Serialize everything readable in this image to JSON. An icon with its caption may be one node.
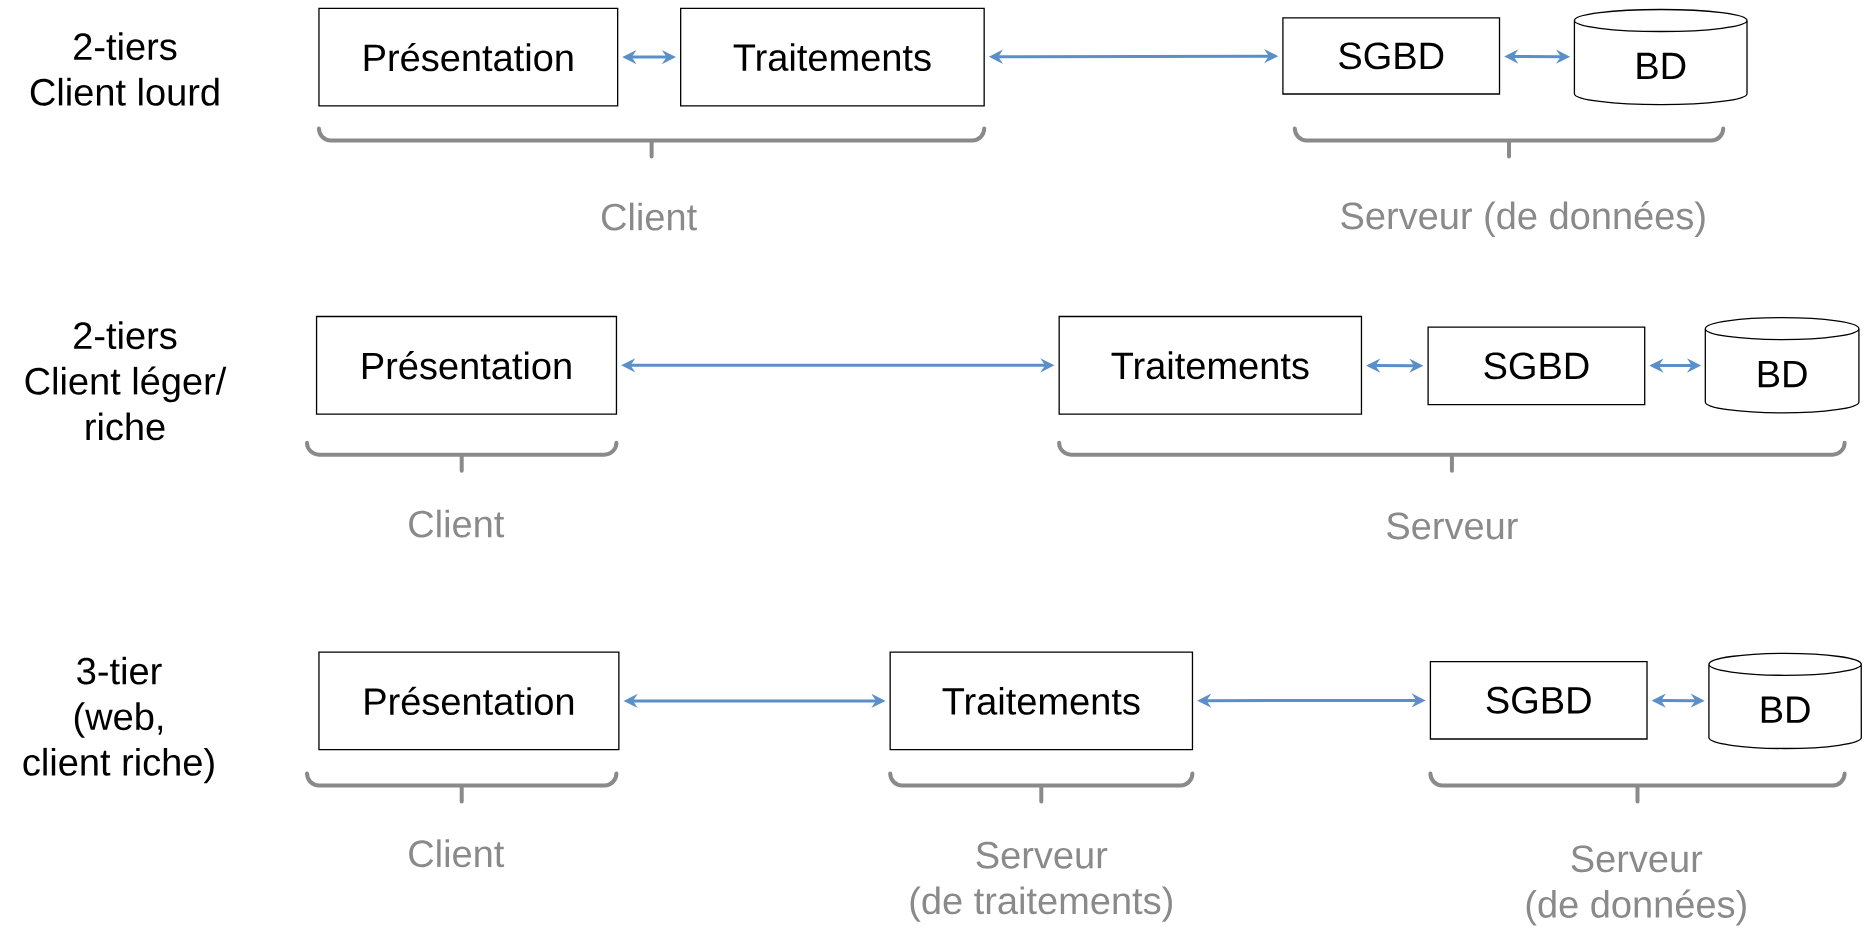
{
  "diagram": {
    "nodes": [
      {
        "text": [
          "Présentation"
        ]
      },
      {
        "text": [
          "Traitements"
        ]
      },
      {
        "text": [
          "SGBD"
        ]
      },
      {
        "text": [
          "BD"
        ]
      },
      {
        "text": [
          "Présentation"
        ]
      },
      {
        "text": [
          "Traitements"
        ]
      },
      {
        "text": [
          "SGBD"
        ]
      },
      {
        "text": [
          "BD"
        ]
      },
      {
        "text": [
          "Présentation"
        ]
      },
      {
        "text": [
          "Traitements"
        ]
      },
      {
        "text": [
          "SGBD"
        ]
      },
      {
        "text": [
          "BD"
        ]
      }
    ],
    "edges": [
      {
        "from": 0,
        "to": 1,
        "arrow": "both"
      },
      {
        "from": 1,
        "to": 2,
        "arrow": "both"
      },
      {
        "from": 2,
        "to": 3,
        "arrow": "both"
      },
      {
        "from": 4,
        "to": 5,
        "arrow": "both"
      },
      {
        "from": 5,
        "to": 6,
        "arrow": "both"
      },
      {
        "from": 6,
        "to": 7,
        "arrow": "both"
      },
      {
        "from": 8,
        "to": 9,
        "arrow": "both"
      },
      {
        "from": 9,
        "to": 10,
        "arrow": "both"
      },
      {
        "from": 10,
        "to": 11,
        "arrow": "both"
      }
    ],
    "labels": [
      "2-tiers Client lourd",
      "Client",
      "Serveur (de données)",
      "2-tiers Client léger/ riche",
      "Client",
      "Serveur",
      "3-tier (web, client riche)",
      "Client",
      "Serveur (de traitements)",
      "Serveur (de données)"
    ]
  }
}
